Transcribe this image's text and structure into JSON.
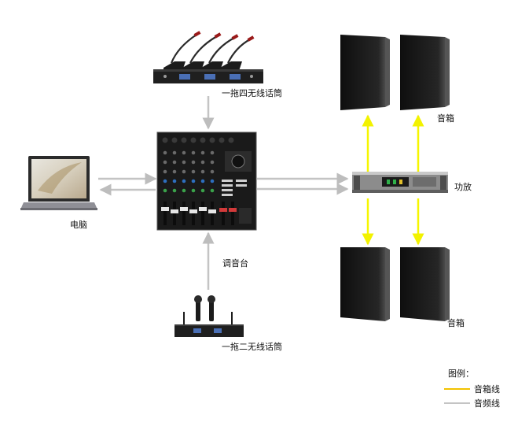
{
  "labels": {
    "mic4": "一拖四无线话筒",
    "computer": "电脑",
    "mixer": "调音台",
    "mic2": "一拖二无线话筒",
    "amplifier": "功放",
    "speakers_top": "音箱",
    "speakers_bottom": "音箱"
  },
  "legend": {
    "title": "图例：",
    "items": [
      {
        "label": "音箱线",
        "color": "#f2c200"
      },
      {
        "label": "音频线",
        "color": "#c4c4c4"
      }
    ]
  },
  "colors": {
    "audio_line": "#c4c4c4",
    "speaker_line": "#f6f600",
    "equipment": "#1e1e1e"
  }
}
